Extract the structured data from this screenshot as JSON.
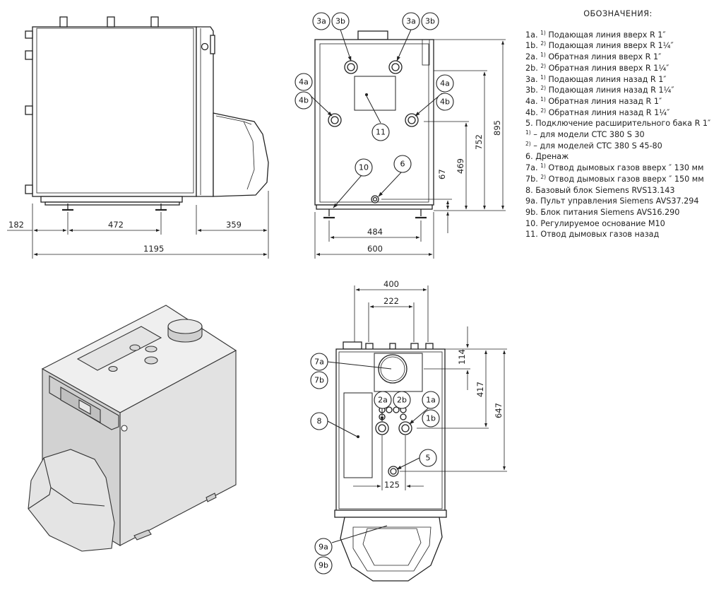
{
  "legend": {
    "title": "ОБОЗНАЧЕНИЯ:",
    "items": [
      {
        "code": "1a.",
        "sup": "1)",
        "text": "Подающая линия вверх R 1″"
      },
      {
        "code": "1b.",
        "sup": "2)",
        "text": "Подающая линия вверх R 1¼″"
      },
      {
        "code": "2a.",
        "sup": "1)",
        "text": "Обратная линия вверх R 1″"
      },
      {
        "code": "2b.",
        "sup": "2)",
        "text": "Обратная линия вверх R 1¼″"
      },
      {
        "code": "3a.",
        "sup": "1)",
        "text": "Подающая линия назад R 1″"
      },
      {
        "code": "3b.",
        "sup": "2)",
        "text": "Подающая линия назад R 1¼″"
      },
      {
        "code": "4a.",
        "sup": "1)",
        "text": "Обратная линия назад R 1″"
      },
      {
        "code": "4b.",
        "sup": "2)",
        "text": "Обратная линия назад R 1¼″"
      },
      {
        "code": "5.",
        "sup": "",
        "text": "Подключение расширительного бака R 1″"
      },
      {
        "code": "",
        "sup": "1)",
        "text": "– для модели CTC 380 S 30"
      },
      {
        "code": "",
        "sup": "2)",
        "text": "– для моделей CTC 380 S 45-80"
      },
      {
        "code": "6.",
        "sup": "",
        "text": "Дренаж"
      },
      {
        "code": "7a.",
        "sup": "1)",
        "text": "Отвод дымовых газов вверх ″ 130 мм"
      },
      {
        "code": "7b.",
        "sup": "2)",
        "text": "Отвод дымовых газов вверх ″ 150 мм"
      },
      {
        "code": "8.",
        "sup": "",
        "text": "Базовый блок Siemens RVS13.143"
      },
      {
        "code": "9a.",
        "sup": "",
        "text": "Пульт управления Siemens AVS37.294"
      },
      {
        "code": "9b.",
        "sup": "",
        "text": "Блок питания Siemens AVS16.290"
      },
      {
        "code": "10.",
        "sup": "",
        "text": "Регулируемое основание M10"
      },
      {
        "code": "11.",
        "sup": "",
        "text": "Отвод дымовых газов назад"
      }
    ]
  },
  "dimensions": {
    "side_left": "182",
    "side_feet": "472",
    "side_right": "359",
    "side_total": "1195",
    "back_feet": "484",
    "back_width": "600",
    "back_h67": "67",
    "back_h469": "469",
    "back_h752": "752",
    "back_h895": "895",
    "top_400": "400",
    "top_222": "222",
    "top_125": "125",
    "top_114": "114",
    "top_417": "417",
    "top_647": "647"
  },
  "callouts": {
    "c3a": "3a",
    "c3b": "3b",
    "c4a": "4a",
    "c4b": "4b",
    "c10": "10",
    "c6": "6",
    "c11": "11",
    "c7a": "7a",
    "c7b": "7b",
    "c8": "8",
    "c2a": "2a",
    "c2b": "2b",
    "c1a": "1a",
    "c1b": "1b",
    "c5": "5",
    "c9a": "9a",
    "c9b": "9b"
  }
}
